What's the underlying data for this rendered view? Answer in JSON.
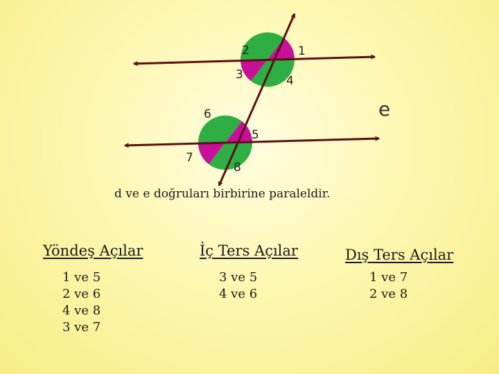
{
  "diagram": {
    "line_label": "e",
    "angle_labels": [
      "1",
      "2",
      "3",
      "4",
      "5",
      "6",
      "7",
      "8"
    ],
    "colors": {
      "green": "#2eae43",
      "magenta": "#c70f9a",
      "line": "#5a0f12"
    }
  },
  "statement": "d ve e doğruları birbirine paraleldir.",
  "columns": [
    {
      "heading": "Yöndeş Açılar",
      "pairs": [
        "1 ve 5",
        "2 ve 6",
        "4 ve 8",
        "3 ve 7"
      ]
    },
    {
      "heading": "İç Ters Açılar",
      "pairs": [
        "3 ve 5",
        "4 ve 6"
      ]
    },
    {
      "heading": "Dış Ters Açılar",
      "pairs": [
        "1 ve 7",
        "2 ve 8"
      ]
    }
  ]
}
